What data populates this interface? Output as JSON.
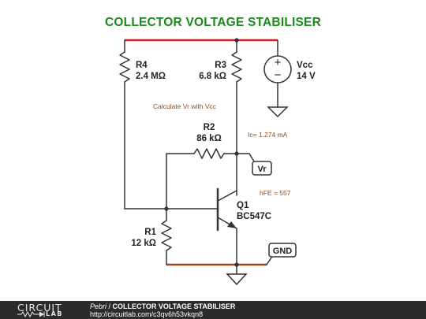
{
  "title": "COLLECTOR VOLTAGE STABILISER",
  "components": {
    "r4": {
      "name": "R4",
      "value": "2.4 MΩ"
    },
    "r3": {
      "name": "R3",
      "value": "6.8 kΩ"
    },
    "r2": {
      "name": "R2",
      "value": "86 kΩ"
    },
    "r1": {
      "name": "R1",
      "value": "12 kΩ"
    },
    "vcc": {
      "name": "Vcc",
      "value": "14 V",
      "plus": "+",
      "minus": "−"
    },
    "q1": {
      "name": "Q1",
      "value": "BC547C"
    }
  },
  "annotations": {
    "calc": "Calculate Vr with Vcc",
    "ic": "Ic= 1.274 mA",
    "hfe": "hFE = 557"
  },
  "terminals": {
    "vr": "Vr",
    "gnd": "GND"
  },
  "colors": {
    "title": "#1a8a1a",
    "vcc_rail": "#d42020",
    "gnd_rail": "#a0481c",
    "annotation": "#8a4a1a",
    "wire": "#333333"
  },
  "footer": {
    "logo_top": "CIRCUIT",
    "logo_bottom": "LAB",
    "author": "Pebri",
    "separator": " / ",
    "title": "COLLECTOR VOLTAGE STABILISER",
    "url": "http://circuitlab.com/c3qv6h53vkqn8"
  }
}
